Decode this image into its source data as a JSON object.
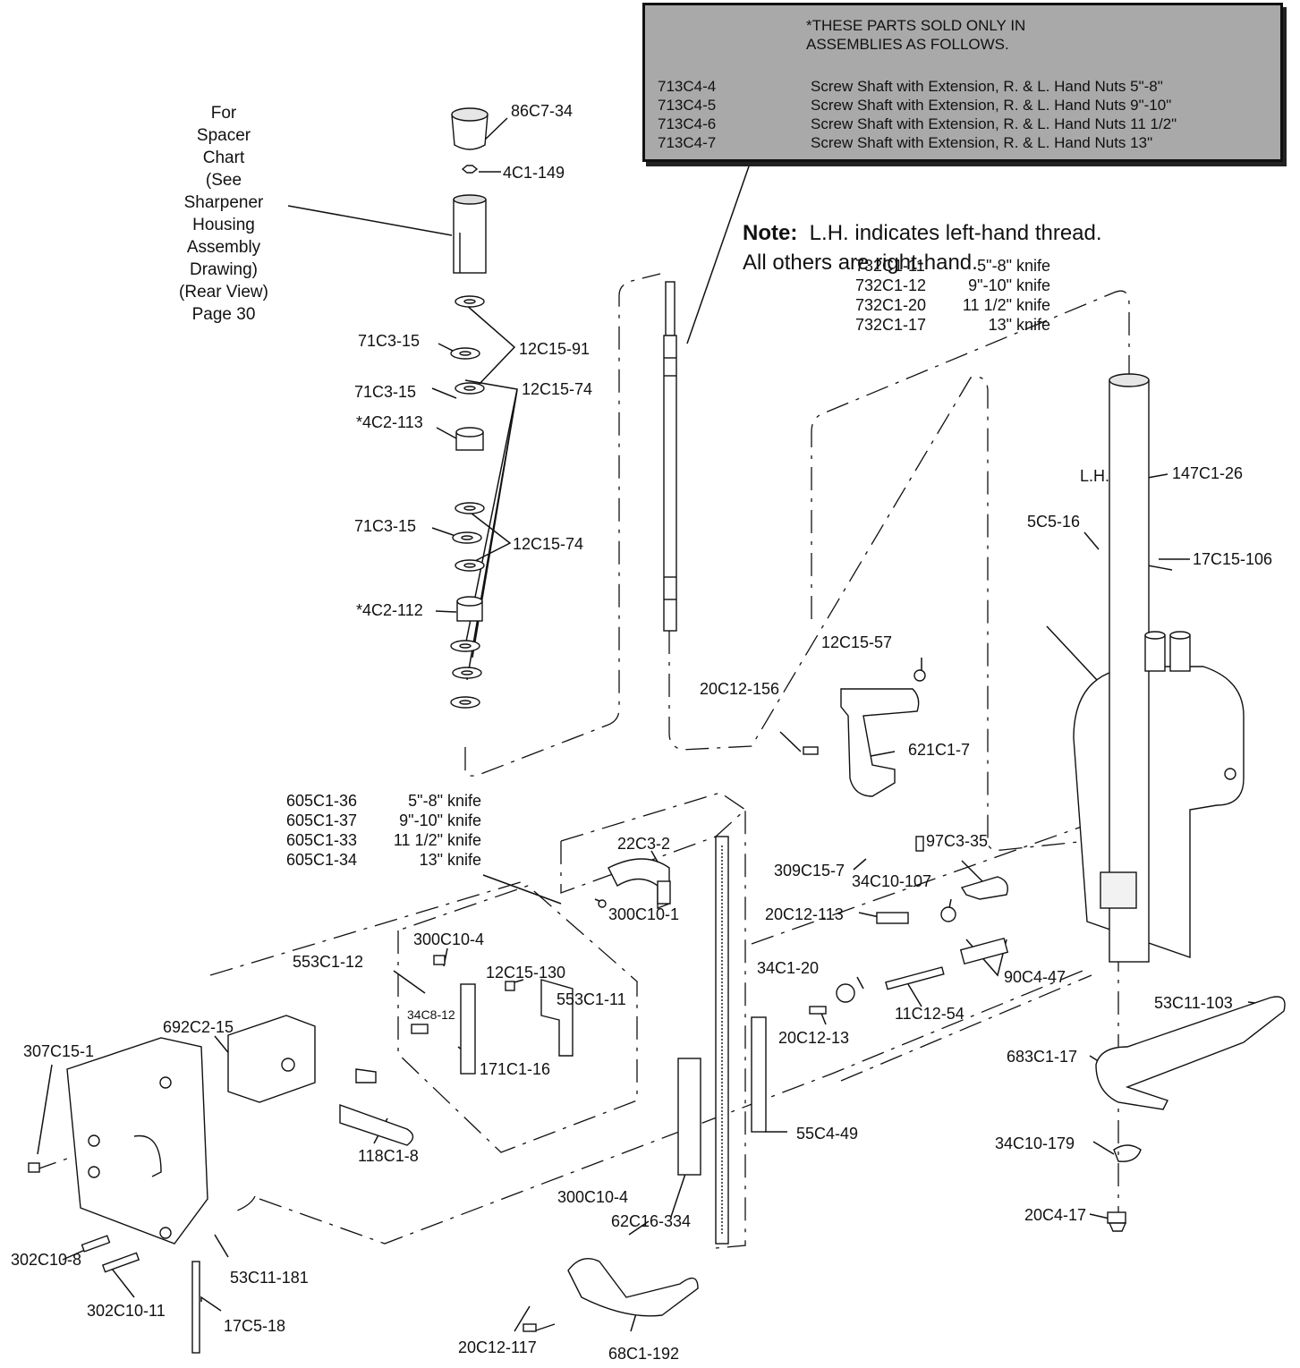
{
  "assembly_box": {
    "header_line1": "*THESE PARTS SOLD ONLY IN",
    "header_line2": "ASSEMBLIES AS FOLLOWS.",
    "rows": [
      {
        "part": "713C4-4",
        "desc": "Screw Shaft with Extension, R. & L. Hand Nuts 5\"-8\""
      },
      {
        "part": "713C4-5",
        "desc": "Screw Shaft with Extension, R. & L. Hand Nuts 9\"-10\""
      },
      {
        "part": "713C4-6",
        "desc": "Screw Shaft with Extension, R. & L. Hand Nuts 11 1/2\""
      },
      {
        "part": "713C4-7",
        "desc": "Screw Shaft with Extension, R. & L. Hand Nuts 13\""
      }
    ]
  },
  "note": {
    "bold": "Note:",
    "line1": "L.H. indicates left-hand thread.",
    "line2": "All others are right-hand."
  },
  "spacer_chart": [
    "For",
    "Spacer",
    "Chart",
    "(See",
    "Sharpener",
    "Housing",
    "Assembly",
    "Drawing)",
    "(Rear View)",
    "Page 30"
  ],
  "knife_table_1": [
    {
      "part": "732C1-11",
      "size": "5\"-8\" knife"
    },
    {
      "part": "732C1-12",
      "size": "9\"-10\" knife"
    },
    {
      "part": "732C1-20",
      "size": "11 1/2\" knife"
    },
    {
      "part": "732C1-17",
      "size": "13\" knife"
    }
  ],
  "knife_table_2": [
    {
      "part": "605C1-36",
      "size": "5\"-8\" knife"
    },
    {
      "part": "605C1-37",
      "size": "9\"-10\" knife"
    },
    {
      "part": "605C1-33",
      "size": "11 1/2\" knife"
    },
    {
      "part": "605C1-34",
      "size": "13\" knife"
    }
  ],
  "labels": {
    "p86C7_34": "86C7-34",
    "p4C1_149": "4C1-149",
    "p71C3_15_a": "71C3-15",
    "p12C15_91": "12C15-91",
    "p4C2_113": "*4C2-113",
    "p71C3_15_b": "71C3-15",
    "p12C15_74_a": "12C15-74",
    "p4C2_112": "*4C2-112",
    "p71C3_15_c": "71C3-15",
    "p12C15_74_b": "12C15-74",
    "pLH": "L.H.",
    "p147C1_26": "147C1-26",
    "p5C5_16": "5C5-16",
    "p17C15_106": "17C15-106",
    "p12C15_57": "12C15-57",
    "p20C12_156": "20C12-156",
    "p621C1_7": "621C1-7",
    "p309C15_7": "309C15-7",
    "p97C3_35": "97C3-35",
    "p34C10_107": "34C10-107",
    "p20C12_113": "20C12-113",
    "p90C4_47": "90C4-47",
    "p34C1_20": "34C1-20",
    "p11C12_54": "11C12-54",
    "p20C12_13": "20C12-13",
    "p53C11_103": "53C11-103",
    "p683C1_17": "683C1-17",
    "p34C10_179": "34C10-179",
    "p20C4_17": "20C4-17",
    "p22C3_2": "22C3-2",
    "p300C10_1": "300C10-1",
    "p300C10_4_a": "300C10-4",
    "p553C1_12": "553C1-12",
    "p12C15_130": "12C15-130",
    "p553C1_11": "553C1-11",
    "p34C8_12": "34C8-12",
    "p171C1_16": "171C1-16",
    "p692C2_15": "692C2-15",
    "p307C15_1": "307C15-1",
    "p118C1_8": "118C1-8",
    "p55C4_49": "55C4-49",
    "p300C10_4_b": "300C10-4",
    "p62C16_334": "62C16-334",
    "p302C10_8": "302C10-8",
    "p53C11_181": "53C11-181",
    "p302C10_11": "302C10-11",
    "p17C5_18": "17C5-18",
    "p20C12_117": "20C12-117",
    "p68C1_192": "68C1-192"
  }
}
